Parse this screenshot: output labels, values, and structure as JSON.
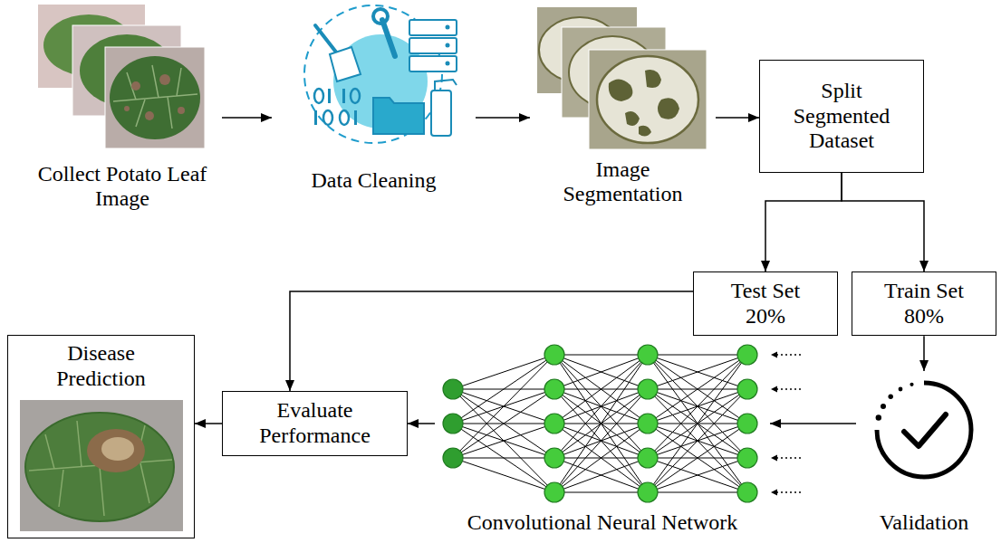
{
  "diagram": {
    "nodes": [
      {
        "text": [
          "Collect Potato Leaf Image"
        ]
      },
      {
        "text": [
          "Data Cleaning"
        ]
      },
      {
        "text": [
          "Image Segmentation"
        ]
      },
      {
        "text": [
          "Split Segmented Dataset"
        ]
      },
      {
        "text": [
          "Test Set 20%"
        ]
      },
      {
        "text": [
          "Train Set 80%"
        ]
      },
      {
        "text": [
          "Validation"
        ]
      },
      {
        "text": [
          "Convolutional Neural Network"
        ]
      },
      {
        "text": [
          "Evaluate Performance"
        ]
      },
      {
        "text": [
          "Disease Prediction"
        ]
      }
    ],
    "edges": [
      {
        "from": 0,
        "to": 1,
        "arrow": "to"
      },
      {
        "from": 1,
        "to": 2,
        "arrow": "to"
      },
      {
        "from": 2,
        "to": 3,
        "arrow": "to"
      },
      {
        "from": 3,
        "to": 4,
        "arrow": "to"
      },
      {
        "from": 3,
        "to": 5,
        "arrow": "to"
      },
      {
        "from": 5,
        "to": 6,
        "arrow": "to"
      },
      {
        "from": 6,
        "to": 7,
        "arrow": "to"
      },
      {
        "from": 4,
        "to": 8,
        "arrow": "to"
      },
      {
        "from": 7,
        "to": 8,
        "arrow": "to"
      },
      {
        "from": 8,
        "to": 9,
        "arrow": "to"
      }
    ]
  }
}
